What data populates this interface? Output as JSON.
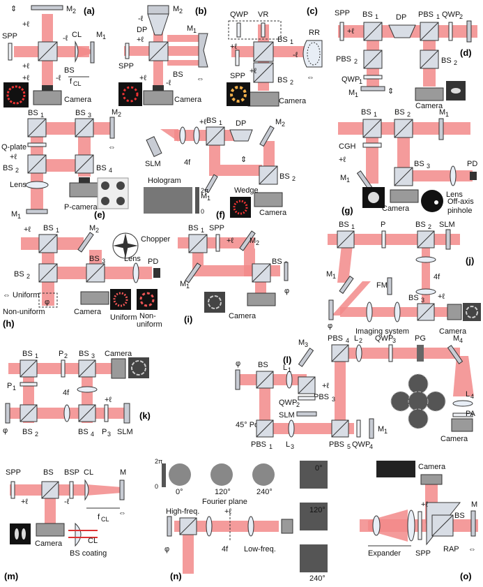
{
  "panels": {
    "a": {
      "tag": "(a)",
      "m2": "M",
      "m2s": "2",
      "spp": "SPP",
      "cl": "CL",
      "m1": "M",
      "m1s": "1",
      "bs": "BS",
      "fcl": "f",
      "fcls": "CL",
      "camera": "Camera",
      "pl": "+ℓ",
      "ml": "-ℓ"
    },
    "b": {
      "tag": "(b)",
      "m2": "M",
      "m2s": "2",
      "dp": "DP",
      "m1": "M",
      "m1s": "1",
      "spp": "SPP",
      "bs": "BS",
      "camera": "Camera",
      "pl": "+ℓ",
      "ml": "-ℓ"
    },
    "c": {
      "tag": "(c)",
      "qwp": "QWP",
      "vr": "VR",
      "bs1": "BS",
      "bs1s": "1",
      "rr": "RR",
      "spp": "SPP",
      "bs2": "BS",
      "bs2s": "2",
      "camera": "Camera",
      "pl": "+ℓ",
      "ml": "-ℓ"
    },
    "d": {
      "tag": "(d)",
      "spp": "SPP",
      "bs1": "BS",
      "bs1s": "1",
      "dp": "DP",
      "pbs1": "PBS",
      "pbs1s": "1",
      "qwp2": "QWP",
      "qwp2s": "2",
      "pbs2": "PBS",
      "pbs2s": "2",
      "bs2": "BS",
      "bs2s": "2",
      "qwp1": "QWP",
      "qwp1s": "1",
      "m1": "M",
      "m1s": "1",
      "camera": "Camera",
      "pl": "+ℓ"
    },
    "e": {
      "tag": "(e)",
      "bs1": "BS",
      "bs1s": "1",
      "bs3": "BS",
      "bs3s": "3",
      "m2": "M",
      "m2s": "2",
      "qplate": "Q-plate",
      "bs2": "BS",
      "bs2s": "2",
      "bs4": "BS",
      "bs4s": "4",
      "lens": "Lens",
      "m1": "M",
      "m1s": "1",
      "pcam": "P-camera",
      "pl": "+ℓ"
    },
    "f": {
      "tag": "(f)",
      "bs1": "BS",
      "bs1s": "1",
      "dp": "DP",
      "m2": "M",
      "m2s": "2",
      "slm": "SLM",
      "f4": "4f",
      "m1": "M",
      "m1s": "1",
      "wedge": "Wedge",
      "bs2": "BS",
      "bs2s": "2",
      "hologram": "Hologram",
      "twopi": "2π",
      "zero": "0",
      "camera": "Camera",
      "pl": "+ℓ"
    },
    "g": {
      "tag": "(g)",
      "bs1": "BS",
      "bs1s": "1",
      "bs2": "BS",
      "bs2s": "2",
      "m1": "M",
      "m1s": "1",
      "cgh": "CGH",
      "pd": "PD",
      "bs3": "BS",
      "bs3s": "3",
      "m1b": "M",
      "m1bs": "1",
      "lens": "Lens",
      "camera": "Camera",
      "offaxis": "Off-axis",
      "pinhole": "pinhole",
      "pl": "+ℓ"
    },
    "h": {
      "tag": "(h)",
      "bs1": "BS",
      "bs1s": "1",
      "m2": "M",
      "m2s": "2",
      "chopper": "Chopper",
      "bs2": "BS",
      "bs2s": "2",
      "bs3": "BS",
      "bs3s": "3",
      "lens": "Lens",
      "pd": "PD",
      "uniform": "Uniform",
      "nonuniform": "Non-uniform",
      "phi": "φ",
      "camera": "Camera",
      "uni": "Uniform",
      "non1": "Non-",
      "non2": "uniform",
      "pl": "+ℓ"
    },
    "i": {
      "tag": "(i)",
      "bs1": "BS",
      "bs1s": "1",
      "spp": "SPP",
      "m2": "M",
      "m2s": "2",
      "m1": "M",
      "m1s": "1",
      "bs2": "BS",
      "bs2s": "2",
      "phi": "φ",
      "camera": "Camera",
      "pl": "+ℓ"
    },
    "j": {
      "tag": "(j)",
      "bs1": "BS",
      "bs1s": "1",
      "p": "P",
      "bs2": "BS",
      "bs2s": "2",
      "slm": "SLM",
      "m1": "M",
      "m1s": "1",
      "fm": "FM",
      "f4": "4f",
      "bs3": "BS",
      "bs3s": "3",
      "phi": "φ",
      "imaging": "Imaging system",
      "camera": "Camera",
      "pl": "+ℓ"
    },
    "k": {
      "tag": "(k)",
      "bs1": "BS",
      "bs1s": "1",
      "p2": "P",
      "p2s": "2",
      "bs3": "BS",
      "bs3s": "3",
      "camera": "Camera",
      "p1": "P",
      "p1s": "1",
      "f4": "4f",
      "phi": "φ",
      "bs2": "BS",
      "bs2s": "2",
      "bs4": "BS",
      "bs4s": "4",
      "p3": "P",
      "p3s": "3",
      "slm": "SLM",
      "pl": "+ℓ"
    },
    "l": {
      "tag": "(l)",
      "phi": "φ",
      "bs": "BS",
      "l1": "L",
      "l1s": "1",
      "m3": "M",
      "m3s": "3",
      "pbs4": "PBS",
      "pbs4s": "4",
      "l2": "L",
      "l2s": "2",
      "qwp3": "QWP",
      "qwp3s": "3",
      "pg": "PG",
      "m4": "M",
      "m4s": "4",
      "pbs3": "PBS",
      "pbs3s": "3",
      "qwp2": "QWP",
      "qwp2s": "2",
      "l4": "L",
      "l4s": "4",
      "slm": "SLM",
      "pol": "45° Pol.",
      "pbs1": "PBS",
      "pbs1s": "1",
      "l3": "L",
      "l3s": "3",
      "pbs5": "PBS",
      "pbs5s": "5",
      "qwp4": "QWP",
      "qwp4s": "4",
      "m1": "M",
      "m1s": "1",
      "pa": "PA",
      "camera": "Camera",
      "pl": "+ℓ"
    },
    "m": {
      "tag": "(m)",
      "spp": "SPP",
      "bs": "BS",
      "bsp": "BSP",
      "cl": "CL",
      "m": "M",
      "fcl": "f",
      "fcls": "CL",
      "camera": "Camera",
      "cl2": "CL",
      "coating": "BS coating",
      "pl": "+ℓ",
      "ml": "-ℓ"
    },
    "n": {
      "tag": "(n)",
      "twopi": "2π",
      "zero": "0",
      "a0": "0°",
      "a120": "120°",
      "a240": "240°",
      "fourier": "Fourier plane",
      "highfreq": "High-freq.",
      "lowfreq": "Low-freq.",
      "f4": "4f",
      "phi": "φ",
      "r0": "0°",
      "r120": "120°",
      "r240": "240°",
      "pl": "+ℓ"
    },
    "o": {
      "tag": "(o)",
      "camera": "Camera",
      "bs": "BS",
      "m": "M",
      "rap": "RAP",
      "expander": "Expander",
      "spp": "SPP",
      "pl": "+ℓ"
    }
  }
}
